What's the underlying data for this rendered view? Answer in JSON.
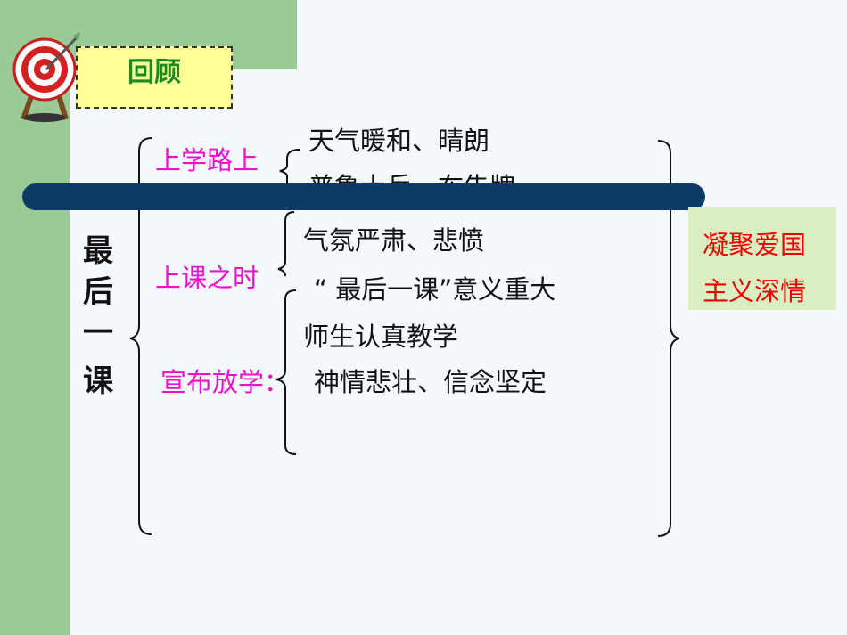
{
  "title": "回顾",
  "vertical_title": [
    "最",
    "后",
    "一",
    "课"
  ],
  "sections": [
    {
      "label": "上学路上",
      "details": [
        "天气暖和、晴朗",
        "普鲁士兵、布告牌"
      ]
    },
    {
      "label": "上课之时",
      "details": [
        "气氛严肃、悲愤",
        "“ 最后一课”意义重大",
        "师生认真教学"
      ]
    },
    {
      "label": "宣布放学：",
      "details": [
        "神情悲壮、信念坚定"
      ]
    }
  ],
  "summary": [
    "凝聚爱国",
    "主义深情"
  ],
  "colors": {
    "green_band": "#9acb96",
    "bar": "#0d3a66",
    "label": "#ee11cc",
    "summary": "#e00000",
    "title": "#1e8a1e"
  },
  "icons": [
    "target-icon"
  ]
}
